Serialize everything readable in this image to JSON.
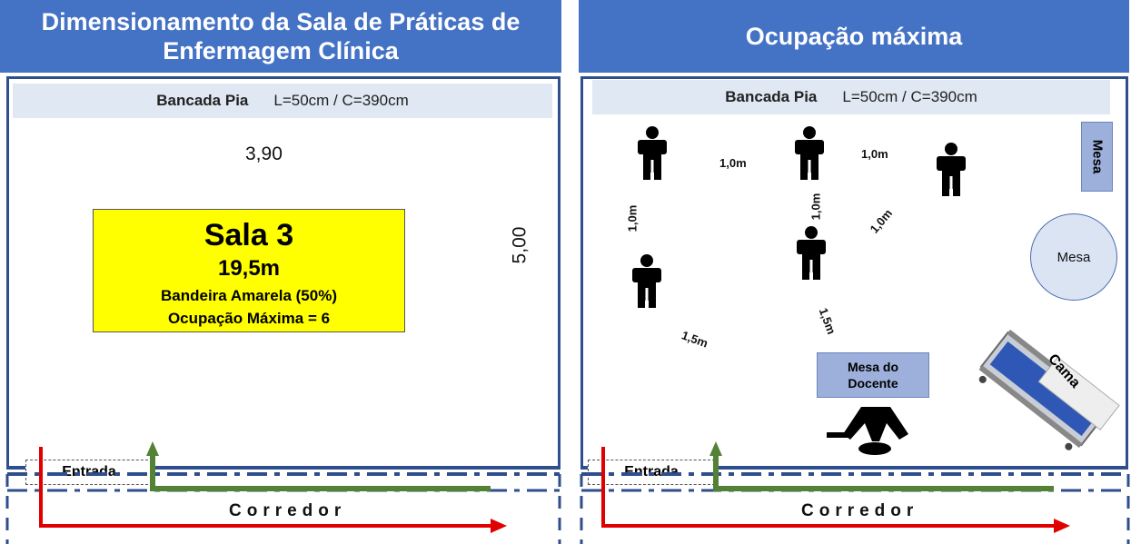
{
  "left": {
    "header_line1": "Dimensionamento da Sala de  Práticas de",
    "header_line2": "Enfermagem Clínica",
    "bancada_label": "Bancada Pia",
    "bancada_dims": "L=50cm  /  C=390cm",
    "width_label": "3,90",
    "length_label": "5,00",
    "sala_title": "Sala 3",
    "sala_area": "19,5m",
    "sala_flag": "Bandeira  Amarela (50%)",
    "sala_occupancy": "Ocupação Máxima = 6",
    "entrada": "Entrada",
    "corredor": "Corredor"
  },
  "right": {
    "header": "Ocupação máxima",
    "bancada_label": "Bancada Pia",
    "bancada_dims": "L=50cm  /  C=390cm",
    "distances": {
      "d1": "1,0m",
      "d2": "1,0m",
      "d3": "1,0m",
      "d4": "1,0m",
      "d5": "1,0m",
      "d6": "1,5m",
      "d7": "1,5m"
    },
    "mesa_side": "Mesa",
    "mesa_round": "Mesa",
    "mesa_docente_line1": "Mesa do",
    "mesa_docente_line2": "Docente",
    "cama": "Cama",
    "entrada": "Entrada",
    "corredor": "Corredor"
  },
  "colors": {
    "header_blue": "#4472c4",
    "wall_blue": "#2f4e8c",
    "highlight_yellow": "#ffff00",
    "arrow_red": "#e00000",
    "arrow_green": "#548235"
  },
  "icons": [
    "person-icon",
    "arrow-icon",
    "hospital-bed-icon",
    "teacher-icon"
  ]
}
